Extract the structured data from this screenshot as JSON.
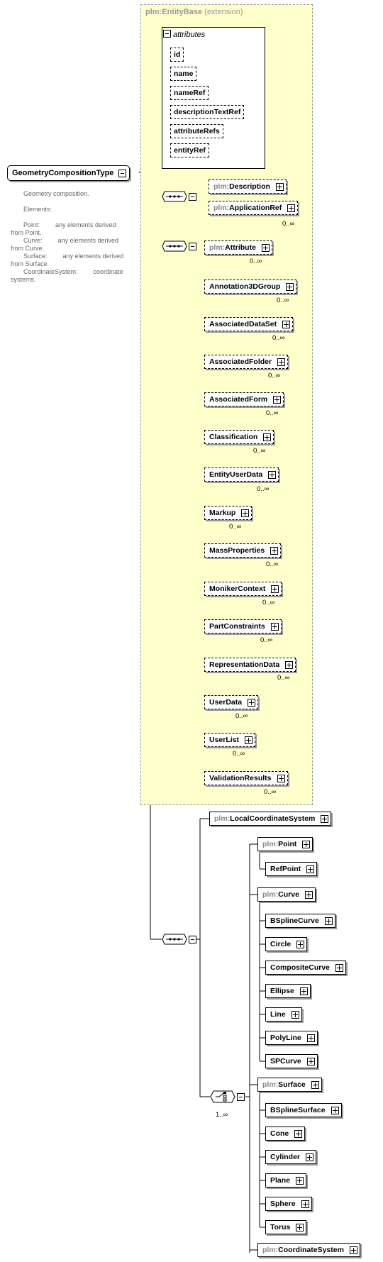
{
  "root": {
    "name": "GeometryCompositionType"
  },
  "documentation": {
    "summary": "Geometry composition.",
    "elements_heading": "Elements:",
    "items": [
      {
        "term": "Point:",
        "desc": "any elements derived from Point."
      },
      {
        "term": "Curve:",
        "desc": "any elements derived from Curve."
      },
      {
        "term": "Surface:",
        "desc": "any elements derived from Surface."
      },
      {
        "term": "CoordinateSystem:",
        "desc": "coordinate systems."
      }
    ]
  },
  "extension": {
    "prefix": "plm:",
    "name": "EntityBase",
    "note": "(extension)"
  },
  "attributes": {
    "heading": "attributes",
    "items": [
      "id",
      "name",
      "nameRef",
      "descriptionTextRef",
      "attributeRefs",
      "entityRef"
    ]
  },
  "group1": [
    {
      "prefix": "plm:",
      "name": "Description",
      "cardinality": ""
    },
    {
      "prefix": "plm:",
      "name": "ApplicationRef",
      "cardinality": "0..∞"
    }
  ],
  "group2": [
    {
      "prefix": "plm:",
      "name": "Attribute",
      "cardinality": "0..∞"
    },
    {
      "prefix": "",
      "name": "Annotation3DGroup",
      "cardinality": "0..∞"
    },
    {
      "prefix": "",
      "name": "AssociatedDataSet",
      "cardinality": "0..∞"
    },
    {
      "prefix": "",
      "name": "AssociatedFolder",
      "cardinality": "0..∞"
    },
    {
      "prefix": "",
      "name": "AssociatedForm",
      "cardinality": "0..∞"
    },
    {
      "prefix": "",
      "name": "Classification",
      "cardinality": "0..∞"
    },
    {
      "prefix": "",
      "name": "EntityUserData",
      "cardinality": "0..∞"
    },
    {
      "prefix": "",
      "name": "Markup",
      "cardinality": "0..∞"
    },
    {
      "prefix": "",
      "name": "MassProperties",
      "cardinality": "0..∞"
    },
    {
      "prefix": "",
      "name": "MonikerContext",
      "cardinality": "0..∞"
    },
    {
      "prefix": "",
      "name": "PartConstraints",
      "cardinality": "0..∞"
    },
    {
      "prefix": "",
      "name": "RepresentationData",
      "cardinality": "0..∞"
    },
    {
      "prefix": "",
      "name": "UserData",
      "cardinality": "0..∞"
    },
    {
      "prefix": "",
      "name": "UserList",
      "cardinality": "0..∞"
    },
    {
      "prefix": "",
      "name": "ValidationResults",
      "cardinality": "0..∞"
    }
  ],
  "local_cs": {
    "prefix": "plm:",
    "name": "LocalCoordinateSystem"
  },
  "choice_cardinality": "1..∞",
  "choice": {
    "point": {
      "head": {
        "prefix": "plm:",
        "name": "Point"
      },
      "items": [
        "RefPoint"
      ]
    },
    "curve": {
      "head": {
        "prefix": "plm:",
        "name": "Curve"
      },
      "items": [
        "BSplineCurve",
        "Circle",
        "CompositeCurve",
        "Ellipse",
        "Line",
        "PolyLine",
        "SPCurve"
      ]
    },
    "surface": {
      "head": {
        "prefix": "plm:",
        "name": "Surface"
      },
      "items": [
        "BSplineSurface",
        "Cone",
        "Cylinder",
        "Plane",
        "Sphere",
        "Torus"
      ]
    },
    "coordsys": {
      "head": {
        "prefix": "plm:",
        "name": "CoordinateSystem"
      }
    }
  }
}
